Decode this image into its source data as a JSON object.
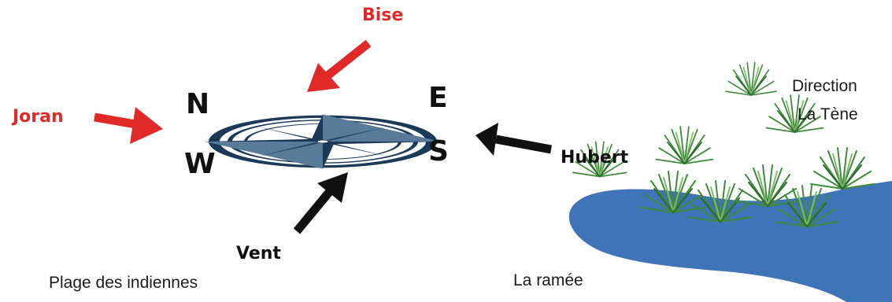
{
  "winds": {
    "bise": "Bise",
    "joran": "Joran",
    "hubert": "Hubert",
    "vent": "Vent"
  },
  "cardinals": {
    "n": "N",
    "e": "E",
    "w": "W",
    "s": "S"
  },
  "places": {
    "direction_line1": "Direction",
    "direction_line2": "La Tène",
    "la_ramee": "La ramée",
    "plage": "Plage des indiennes"
  },
  "colors": {
    "red_wind": "#e02a2a",
    "black_wind": "#111111",
    "compass": "#1b3a57",
    "water": "#3f74b8",
    "grass": "#3f8a3a"
  }
}
